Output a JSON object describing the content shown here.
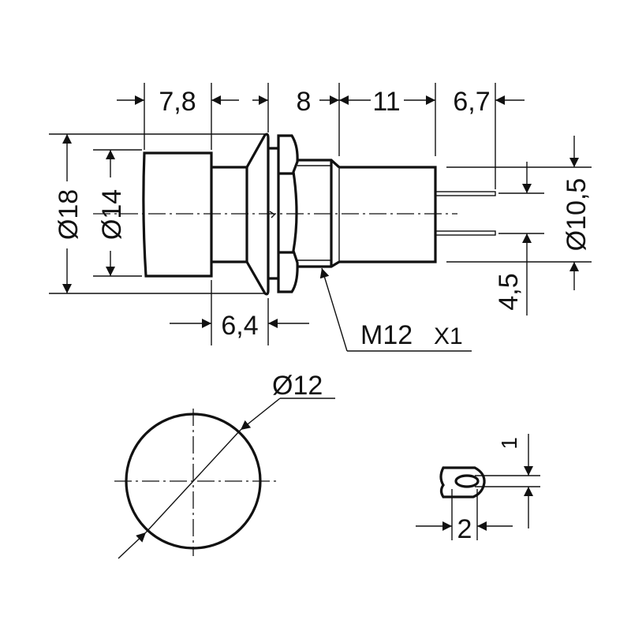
{
  "drawing": {
    "dimensions": {
      "cap_length": "7,8",
      "flange_length": "8",
      "body_length": "11",
      "pin_length": "6,7",
      "outer_diameter": "Ø18",
      "cap_diameter": "Ø14",
      "body_diameter": "Ø10,5",
      "pin_spacing": "4,5",
      "stem_length": "6,4",
      "thread": "M12",
      "thread_pitch": "X1",
      "mounting_hole": "Ø12",
      "pin_thickness": "1",
      "pin_width": "2"
    },
    "color": "#111111"
  }
}
